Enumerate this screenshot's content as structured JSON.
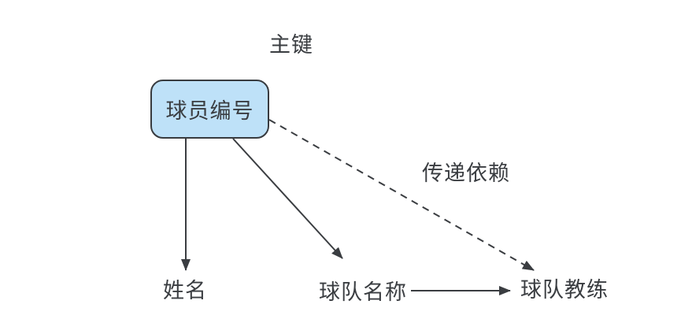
{
  "diagram": {
    "kind": "functional-dependency-diagram",
    "primary_key_label": "主键",
    "primary_key_node": "球员编号",
    "transitive_dependency_label": "传递依赖",
    "attributes": {
      "name": "姓名",
      "team_name": "球队名称",
      "team_coach": "球队教练"
    },
    "edges": [
      {
        "from": "球员编号",
        "to": "姓名",
        "style": "solid-arrow"
      },
      {
        "from": "球员编号",
        "to": "球队名称",
        "style": "solid-arrow"
      },
      {
        "from": "球员编号",
        "to": "球队教练",
        "style": "dashed-arrow",
        "label": "传递依赖"
      },
      {
        "from": "球队名称",
        "to": "球队教练",
        "style": "solid-arrow"
      }
    ],
    "colors": {
      "background": "#ffffff",
      "node_fill": "#bee1f8",
      "node_border": "#383b3f",
      "line": "#3a3d41",
      "text": "#3a3d41"
    }
  }
}
